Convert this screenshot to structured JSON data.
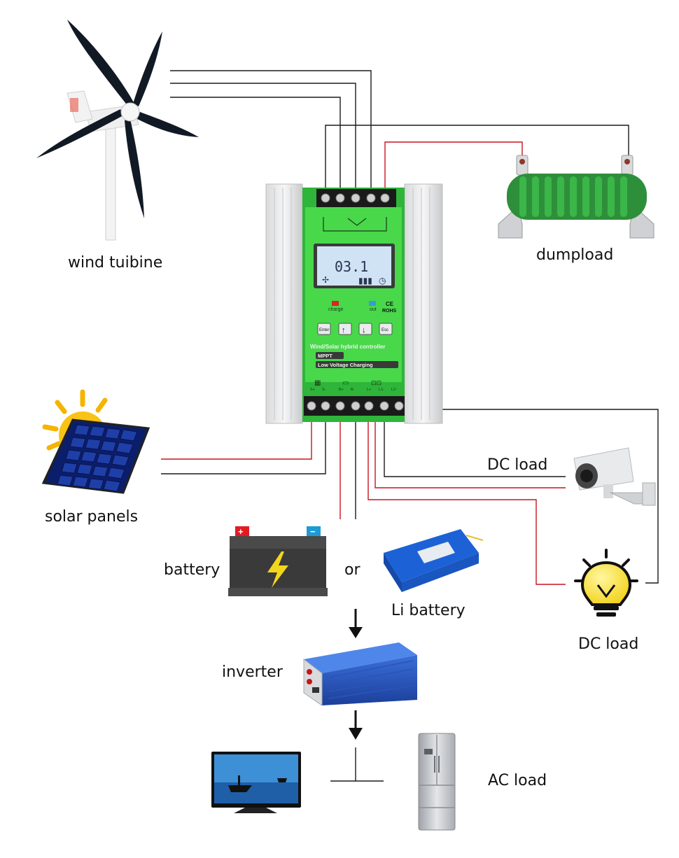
{
  "labels": {
    "wind_turbine": "wind tuibine",
    "dumpload": "dumpload",
    "solar_panels": "solar panels",
    "dc_load_camera": "DC load",
    "battery": "battery",
    "or": "or",
    "li_battery": "Li battery",
    "dc_load_bulb": "DC load",
    "inverter": "inverter",
    "ac_load": "AC load"
  },
  "controller": {
    "display_value": "03.1",
    "indicator_charge": "charge",
    "indicator_out": "out",
    "ce_mark": "CE",
    "rohs_mark": "ROHS",
    "buttons": [
      "Enter",
      "↑",
      "↓",
      "Esc"
    ],
    "title": "Wind/Solar hybrid controller",
    "feature_1": "MPPT",
    "feature_2": "Low Voltage Charging",
    "terminal_labels": [
      "S+",
      "S-",
      "B+",
      "B-",
      "L+",
      "L1-",
      "L2-"
    ]
  },
  "colors": {
    "wire_black": "#1a1a1a",
    "wire_red": "#c8141e",
    "controller_green": "#2fb53a",
    "panel_green": "#48d84a",
    "lcd": "#cfe3f5"
  }
}
